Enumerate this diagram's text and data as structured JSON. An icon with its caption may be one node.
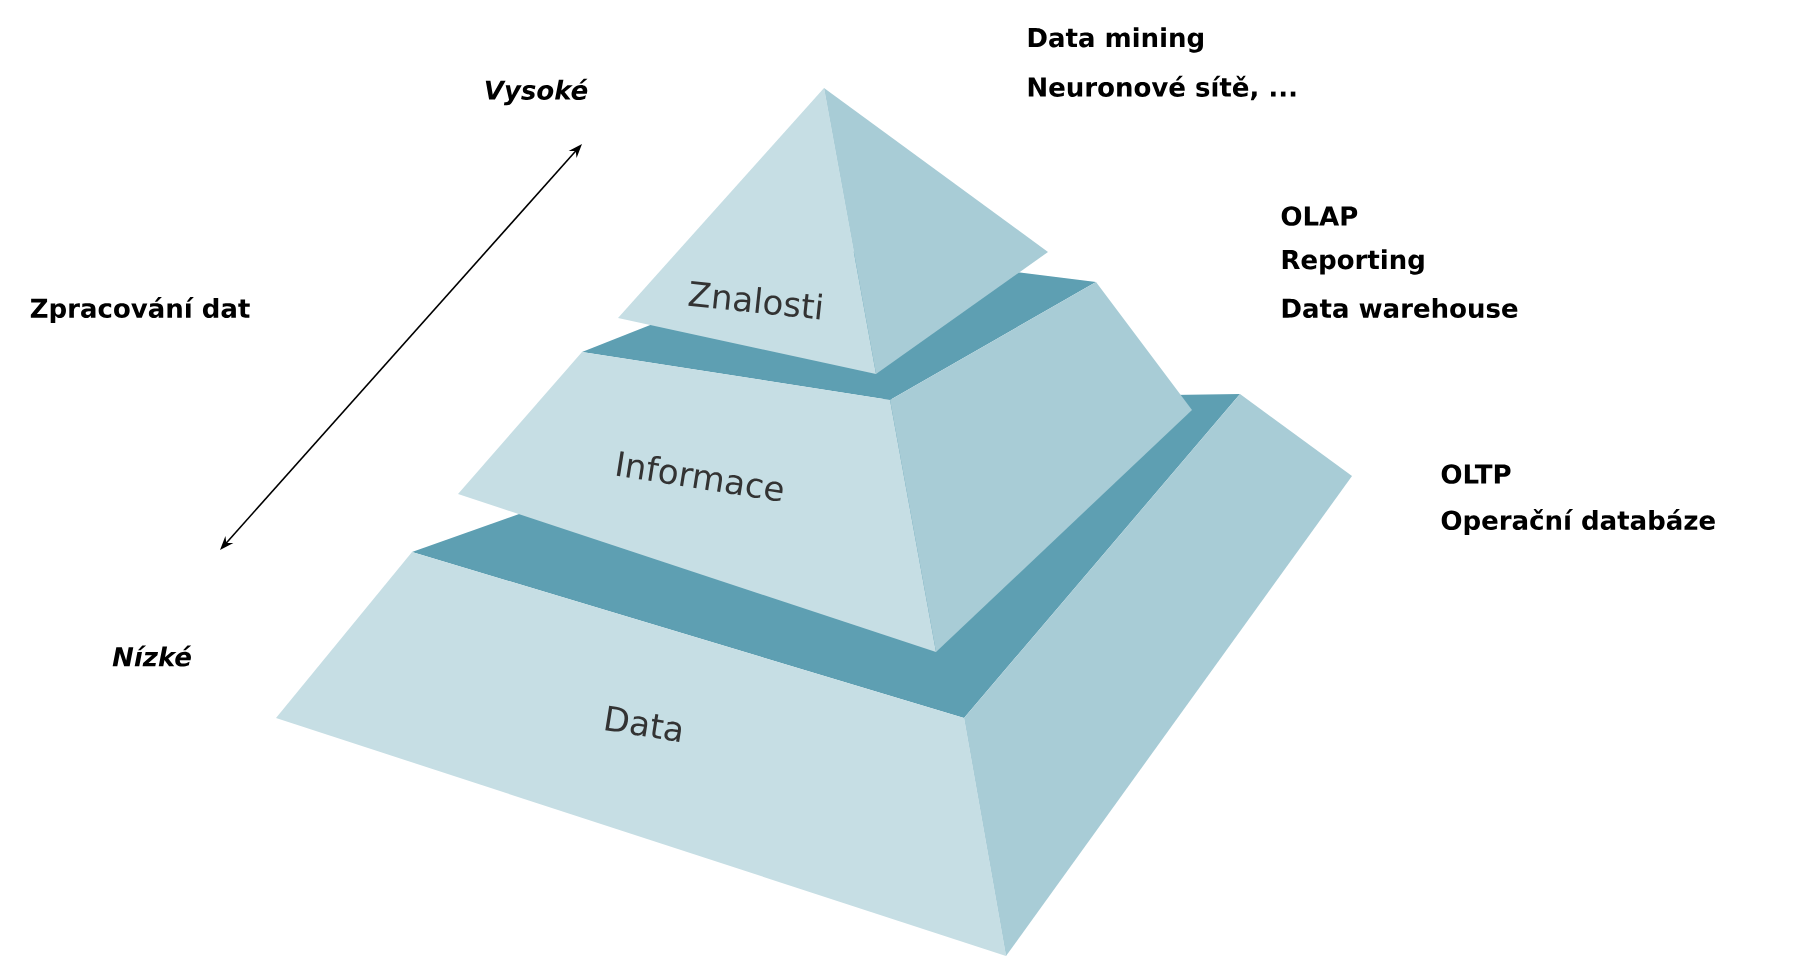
{
  "diagram": {
    "nodes": [
      {
        "text": [
          "Znalosti"
        ]
      },
      {
        "text": [
          "Informace"
        ]
      },
      {
        "text": [
          "Data"
        ]
      }
    ],
    "labels": [
      "Data mining",
      "Neuronové sítě, ...",
      "Vysoké",
      "OLAP",
      "Reporting",
      "Data warehouse",
      "Zpracování dat",
      "OLTP",
      "Operační databáze",
      "Nízké"
    ]
  }
}
